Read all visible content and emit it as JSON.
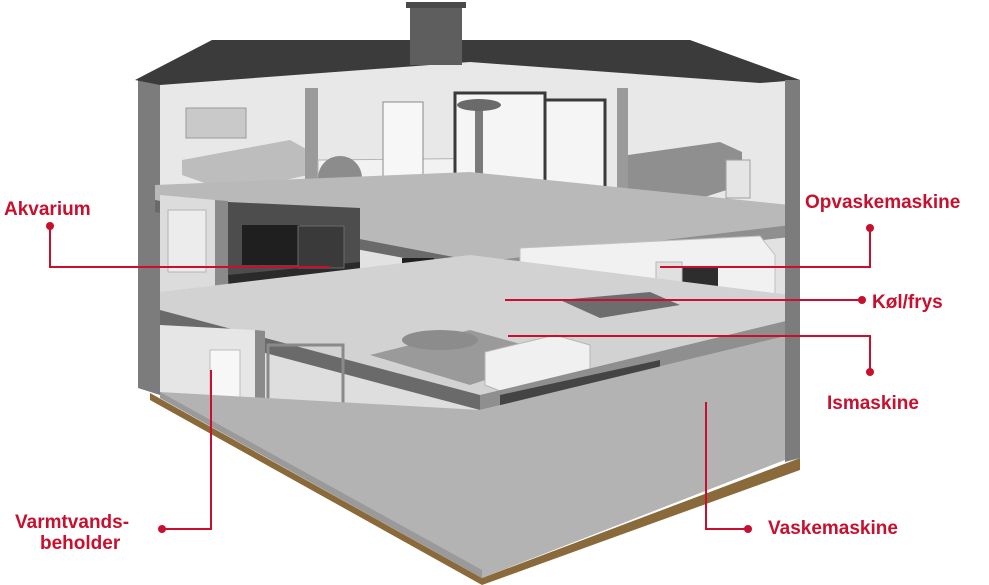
{
  "colors": {
    "accent": "#c8102e",
    "roof": "#3b3b3b",
    "wall": "#7c7c7c",
    "wall_dark": "#5a5a5a",
    "floor": "#b9b9b9",
    "floor_light": "#d6d6d6",
    "interior": "#ebebeb",
    "ground": "#8a6a3a"
  },
  "labels": {
    "akvarium": "Akvarium",
    "opvaskemaskine": "Opvaskemaskine",
    "kol_frys": "Køl/frys",
    "ismaskine": "Ismaskine",
    "vaskemaskine": "Vaskemaskine",
    "varmtvandsbeholder_line1": "Varmtvands-",
    "varmtvandsbeholder_line2": "beholder"
  }
}
